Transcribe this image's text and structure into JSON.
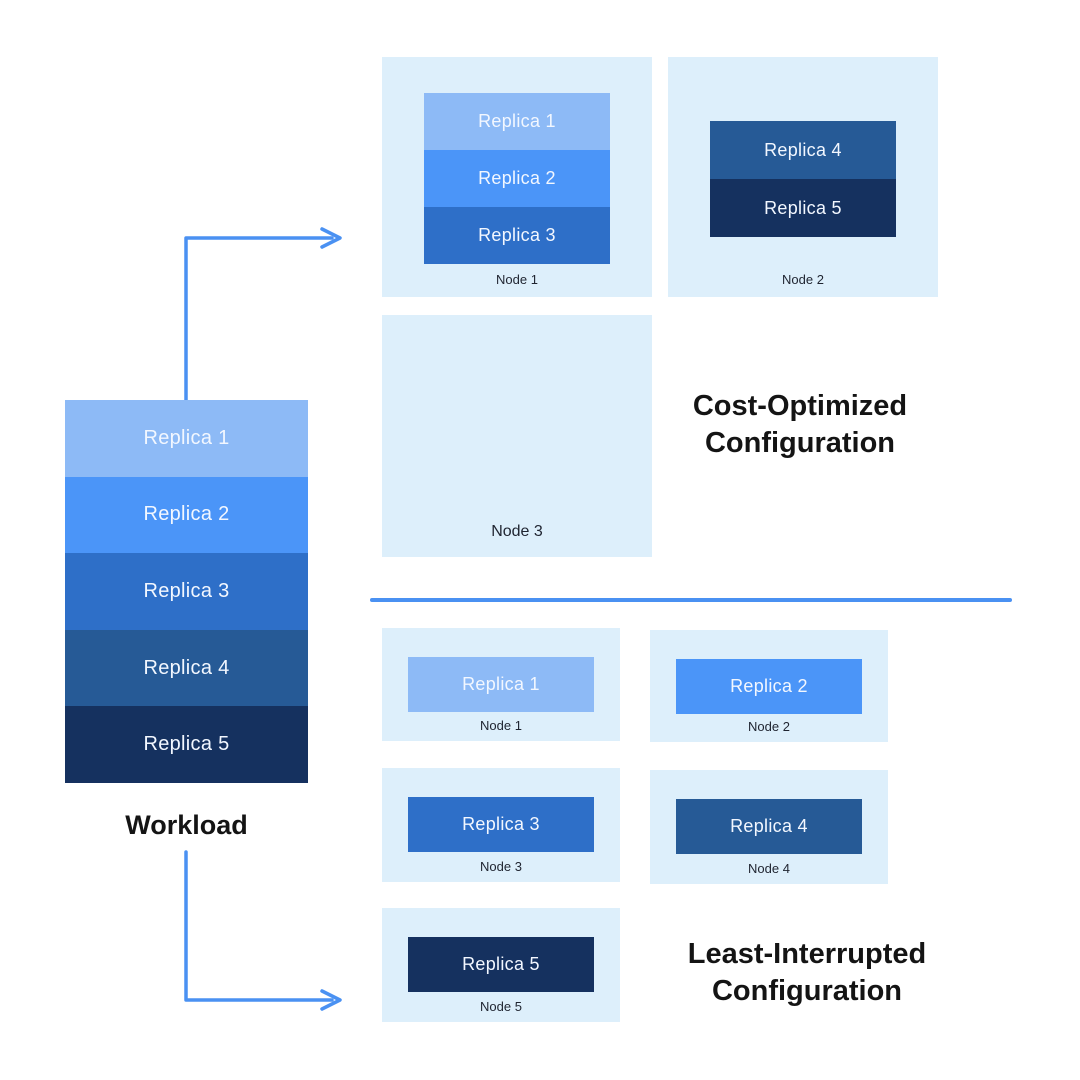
{
  "colors": {
    "replica1": "#8dbaf6",
    "replica2": "#4b95f8",
    "replica3": "#2e6fc8",
    "replica4": "#265a96",
    "replica5": "#15315f",
    "node_bg": "#ddeffb",
    "accent": "#4a91f2",
    "title_text": "#141414"
  },
  "workload": {
    "title": "Workload",
    "replicas": [
      {
        "label": "Replica 1"
      },
      {
        "label": "Replica 2"
      },
      {
        "label": "Replica 3"
      },
      {
        "label": "Replica 4"
      },
      {
        "label": "Replica 5"
      }
    ]
  },
  "cost_optimized": {
    "title": "Cost-Optimized\nConfiguration",
    "nodes": [
      {
        "label": "Node 1",
        "replicas": [
          "Replica 1",
          "Replica 2",
          "Replica 3"
        ]
      },
      {
        "label": "Node 2",
        "replicas": [
          "Replica 4",
          "Replica 5"
        ]
      },
      {
        "label": "Node 3",
        "replicas": []
      }
    ]
  },
  "least_interrupted": {
    "title": "Least-Interrupted\nConfiguration",
    "nodes": [
      {
        "label": "Node 1",
        "replicas": [
          "Replica 1"
        ]
      },
      {
        "label": "Node 2",
        "replicas": [
          "Replica 2"
        ]
      },
      {
        "label": "Node 3",
        "replicas": [
          "Replica 3"
        ]
      },
      {
        "label": "Node 4",
        "replicas": [
          "Replica 4"
        ]
      },
      {
        "label": "Node 5",
        "replicas": [
          "Replica 5"
        ]
      }
    ]
  }
}
